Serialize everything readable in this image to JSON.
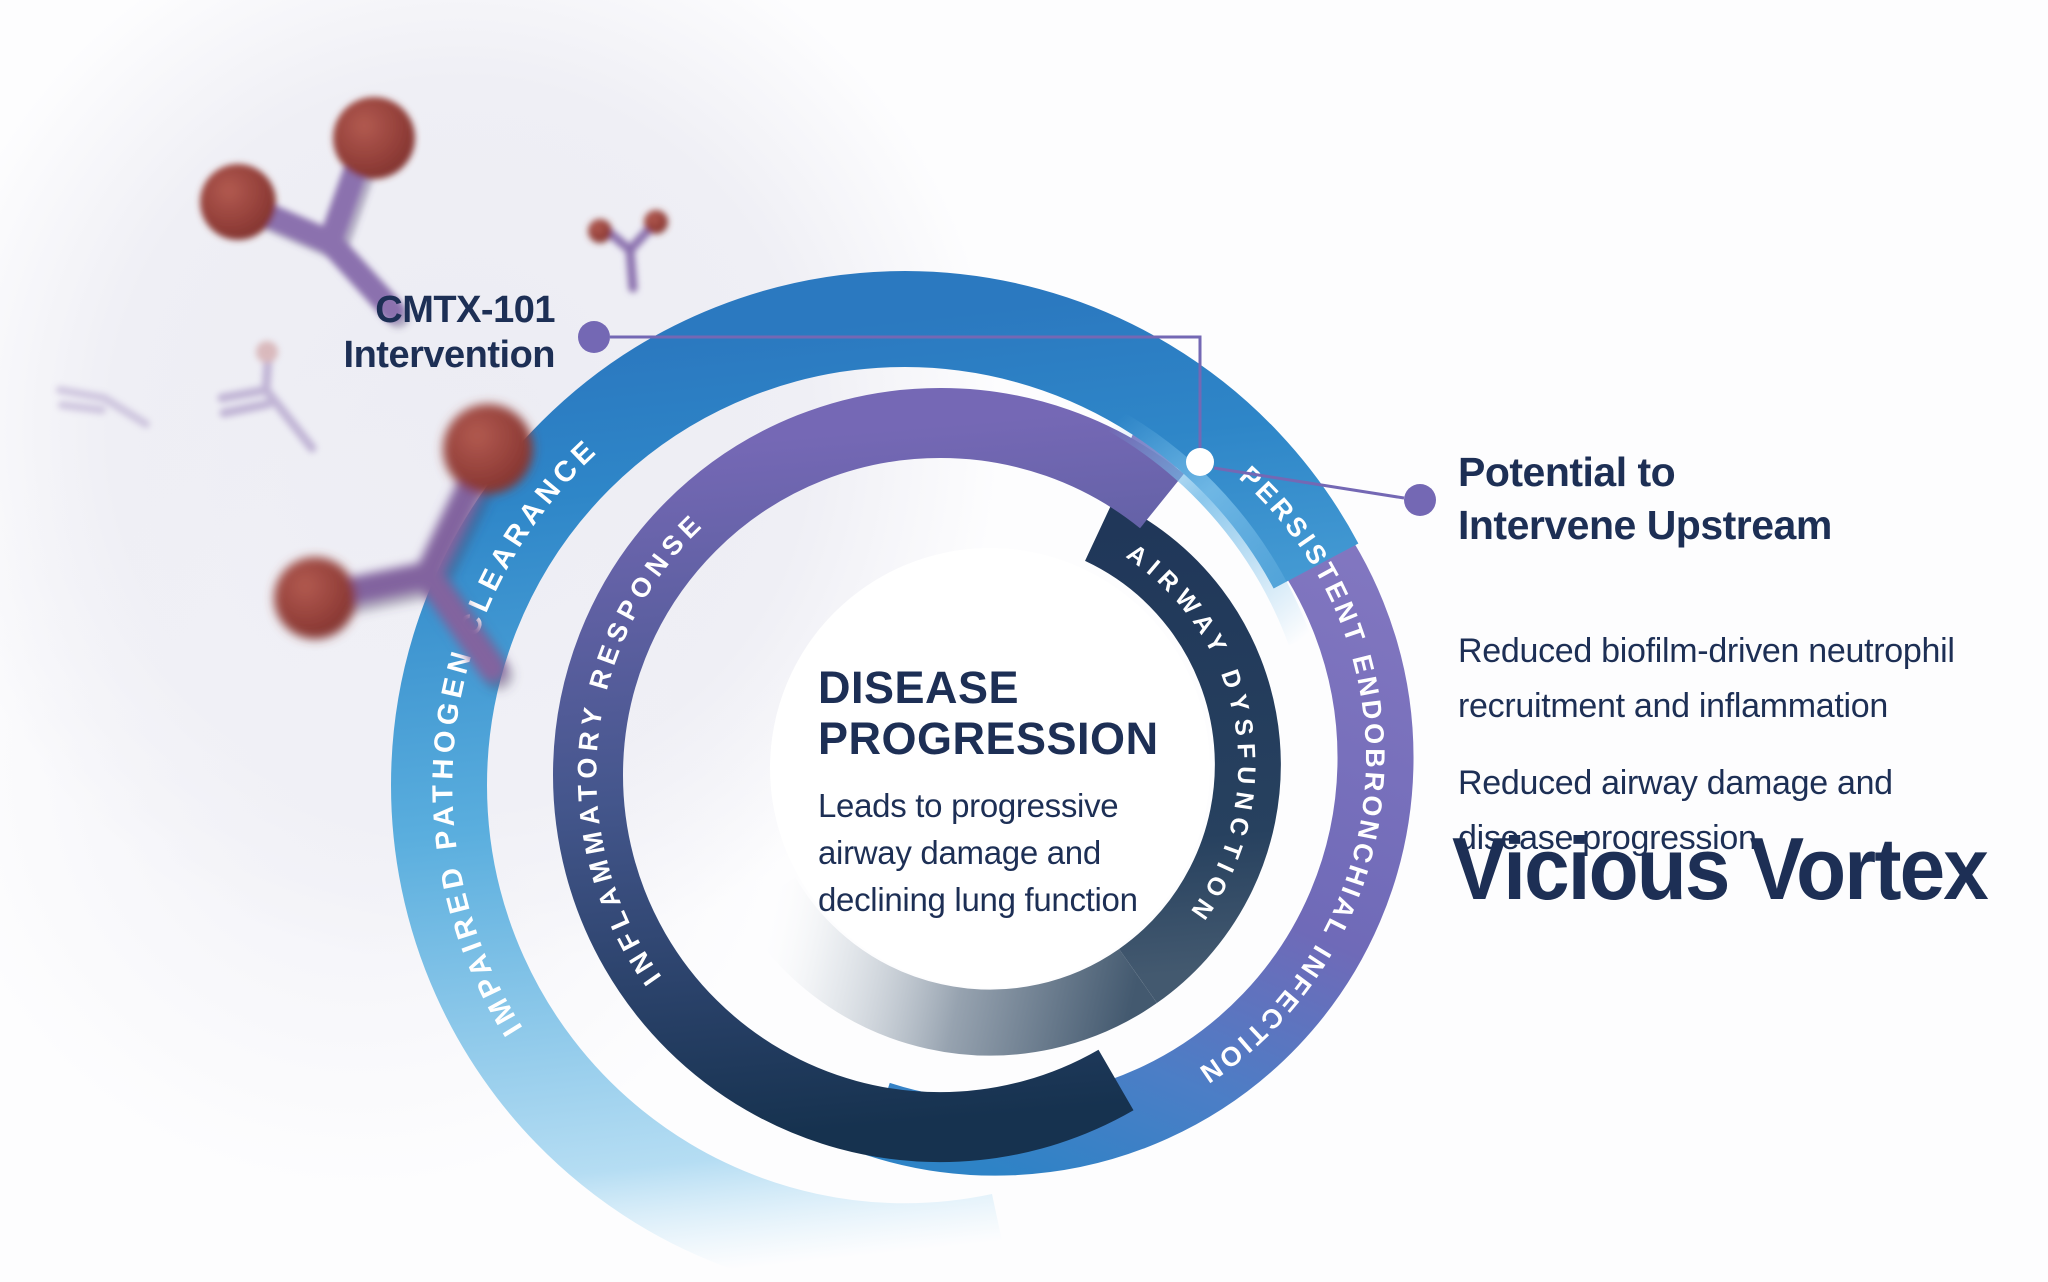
{
  "main_title": "Vicious Vortex",
  "intervention": {
    "label_line1": "CMTX-101",
    "label_line2": "Intervention"
  },
  "upstream": {
    "title_line1": "Potential to",
    "title_line2": "Intervene Upstream",
    "point1_line1": "Reduced biofilm-driven neutrophil",
    "point1_line2": "recruitment and inflammation",
    "point2_line1": "Reduced airway damage and",
    "point2_line2": "disease progression"
  },
  "rings": {
    "outer_label": "IMPAIRED PATHOGEN CLEARANCE",
    "second_label": "PERSISTENT ENDOBRONCHIAL INFECTION",
    "third_label": "INFLAMMATORY RESPONSE",
    "inner_label": "AIRWAY DYSFUNCTION"
  },
  "center": {
    "title_line1": "DISEASE",
    "title_line2": "PROGRESSION",
    "body_line1": "Leads to progressive",
    "body_line2": "airway damage and",
    "body_line3": "declining lung function"
  },
  "colors": {
    "text_navy": "#1D2F55",
    "ring_blue": "#2E86C8",
    "ring_light_blue": "#9FD4F0",
    "ring_purple": "#7166B2",
    "ring_navy": "#16324F",
    "silver_tail": "#9AA5B1",
    "accent_purple": "#7468B4",
    "antibody_purple": "#8B71AE",
    "antibody_red": "#8F3A34",
    "background": "#FDFDFE"
  }
}
